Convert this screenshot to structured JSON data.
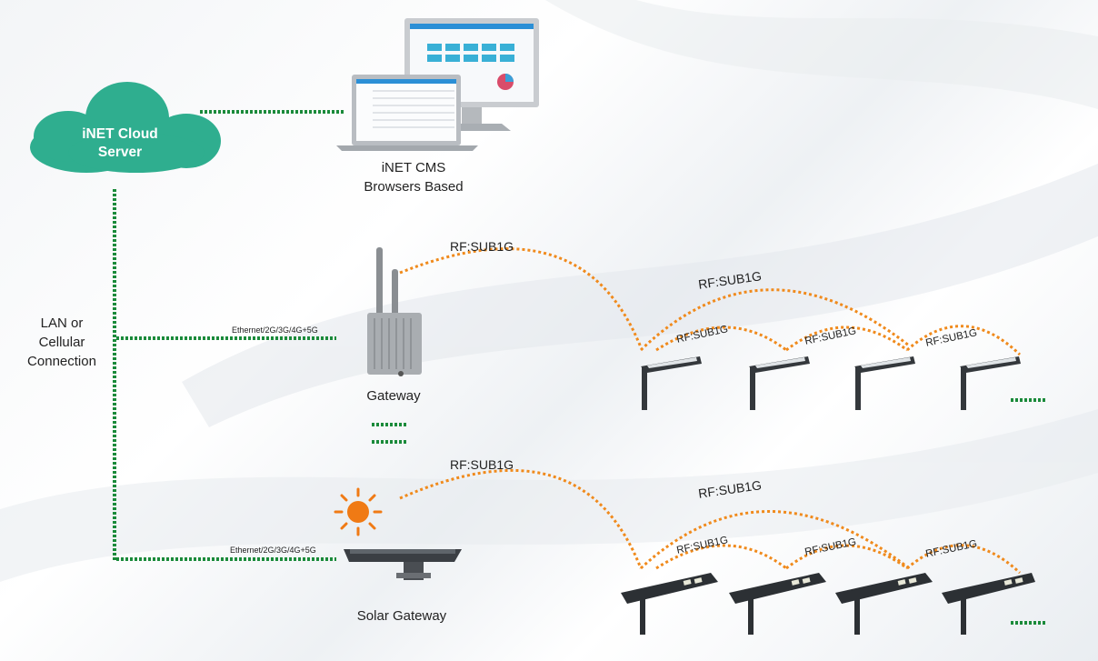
{
  "cloud": {
    "line1": "iNET Cloud",
    "line2": "Server"
  },
  "cms": {
    "line1": "iNET CMS",
    "line2": "Browsers Based"
  },
  "connection": {
    "line1": "LAN or",
    "line2": "Cellular",
    "line3": "Connection"
  },
  "gateway": {
    "label": "Gateway",
    "link_label": "Ethernet/2G/3G/4G+5G"
  },
  "solar_gateway": {
    "label": "Solar Gateway",
    "link_label": "Ethernet/2G/3G/4G+5G"
  },
  "rf": {
    "main_label": "RF:SUB1G",
    "top_arc_label": "RF:SUB1G",
    "hop_labels": [
      "RF:SUB1G",
      "RF:SUB1G",
      "RF:SUB1G"
    ]
  },
  "colors": {
    "cloud": "#2fae8f",
    "link": "#1a8a3a",
    "rf": "#f08a1c"
  }
}
